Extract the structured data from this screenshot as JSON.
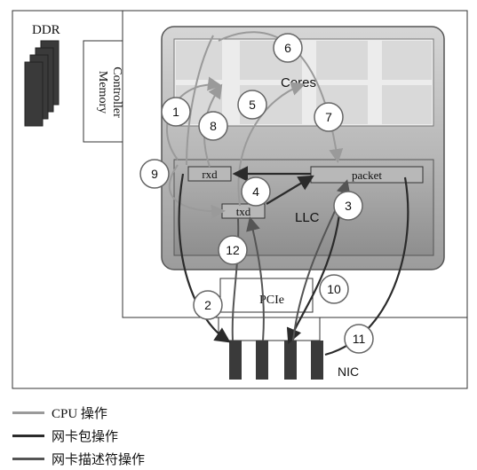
{
  "labels": {
    "ddr": "DDR",
    "memory_controller_line1": "Memory",
    "memory_controller_line2": "Controller",
    "cores": "Cores",
    "rxd": "rxd",
    "txd": "txd",
    "packet": "packet",
    "llc": "LLC",
    "pcie": "PCIe",
    "nic": "NIC"
  },
  "steps": [
    "1",
    "2",
    "3",
    "4",
    "5",
    "6",
    "7",
    "8",
    "9",
    "10",
    "11",
    "12"
  ],
  "legend": [
    {
      "label": "CPU 操作",
      "color": "#9a9a9a"
    },
    {
      "label": "网卡包操作",
      "color": "#2b2b2b"
    },
    {
      "label": "网卡描述符操作",
      "color": "#555555"
    }
  ],
  "colors": {
    "cpu_arrow": "#9a9a9a",
    "packet_arrow": "#2b2b2b",
    "descriptor_arrow": "#555555",
    "chip_fill": "#a9a9a9",
    "dark_block": "#3a3a3a"
  }
}
